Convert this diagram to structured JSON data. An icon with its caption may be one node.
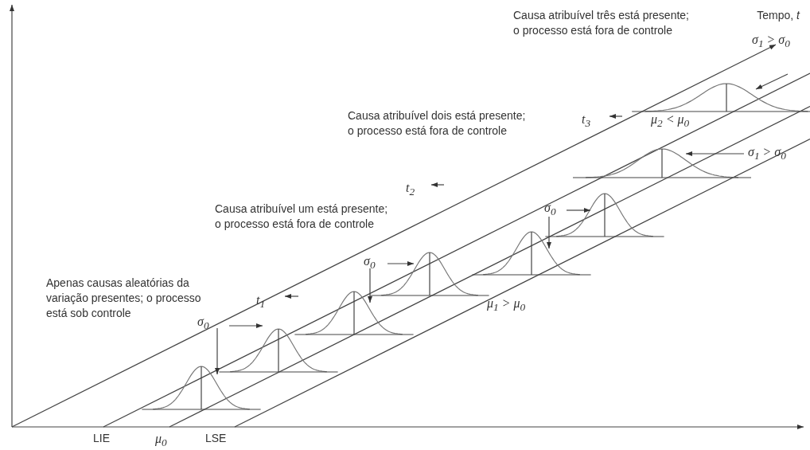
{
  "diagram": {
    "labels": [
      "Tempo, *t*",
      "Causa atribuível três está presente; o processo está fora de controle",
      "σ$_{1}$ > σ$_{0}$",
      "*t*$_{3}$",
      "μ$_{2}$ < μ$_{0}$",
      "Causa atribuível dois está presente; o processo está fora de controle",
      "σ$_{1}$ > σ$_{0}$",
      "*t*$_{2}$",
      "Causa atribuível um está presente; o processo está fora de controle",
      "σ$_{0}$",
      "σ$_{0}$",
      "*t*$_{1}$",
      "μ$_{1}$ > μ$_{0}$",
      "Apenas causas aleatórias da variação presentes; o processo está sob controle",
      "σ$_{0}$",
      "LIE",
      "μ$_{0}$",
      "LSE"
    ]
  }
}
